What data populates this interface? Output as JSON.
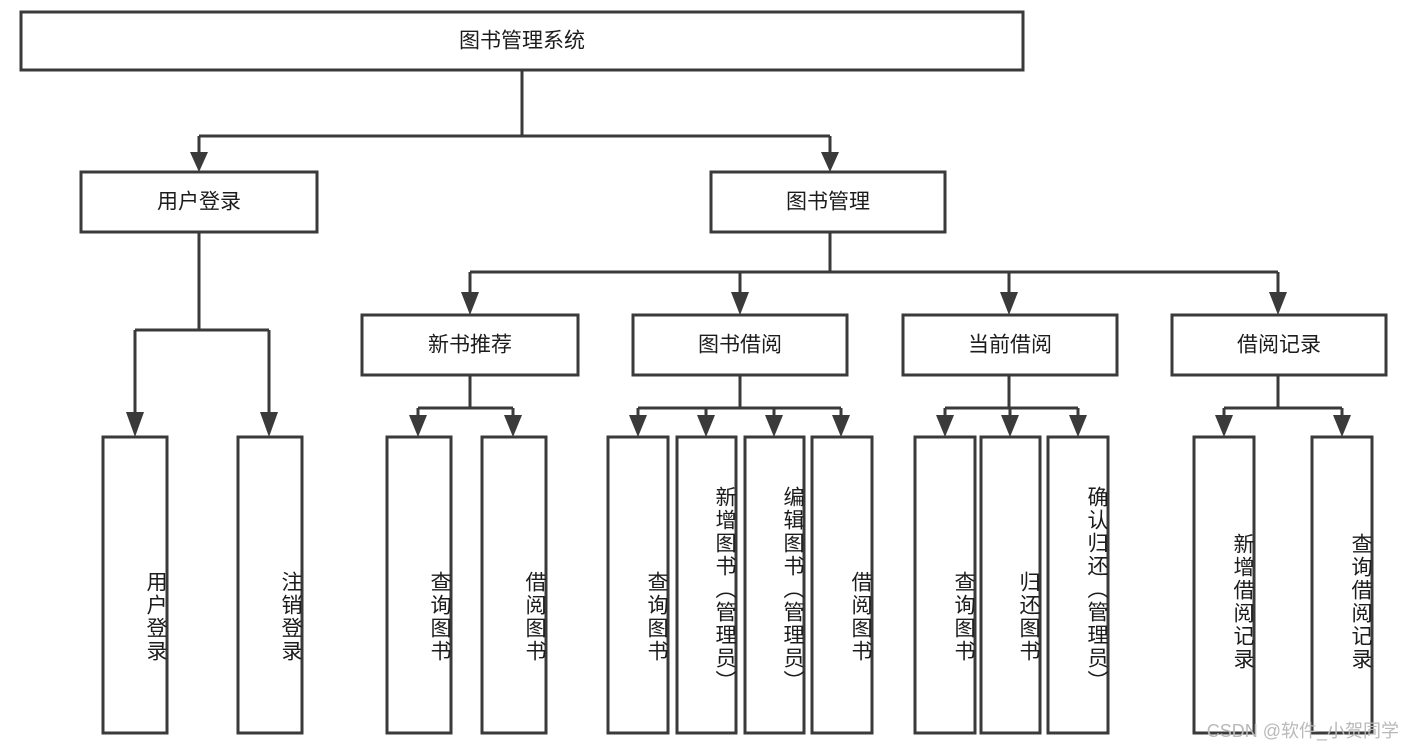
{
  "diagram": {
    "title": "图书管理系统",
    "type": "tree-hierarchy-diagram",
    "colors": {
      "box_stroke": "#3a3a3a",
      "box_fill": "#ffffff",
      "text": "#1c1c1c",
      "background": "#ffffff",
      "watermark": "#b9b9b9"
    },
    "root": {
      "label": "图书管理系统"
    },
    "level1": [
      {
        "label": "用户登录"
      },
      {
        "label": "图书管理"
      }
    ],
    "level2": [
      {
        "label": "新书推荐"
      },
      {
        "label": "图书借阅"
      },
      {
        "label": "当前借阅"
      },
      {
        "label": "借阅记录"
      }
    ],
    "leaves": {
      "user_login": [
        {
          "label": "用户登录"
        },
        {
          "label": "注销登录"
        }
      ],
      "new_book_recommend": [
        {
          "label": "查询图书"
        },
        {
          "label": "借阅图书"
        }
      ],
      "book_borrow": [
        {
          "label": "查询图书"
        },
        {
          "label": "新增图书（管理员）"
        },
        {
          "label": "编辑图书（管理员）"
        },
        {
          "label": "借阅图书"
        }
      ],
      "current_borrow": [
        {
          "label": "查询图书"
        },
        {
          "label": "归还图书"
        },
        {
          "label": "确认归还（管理员）"
        }
      ],
      "borrow_record": [
        {
          "label": "新增借阅记录"
        },
        {
          "label": "查询借阅记录"
        }
      ]
    }
  },
  "watermark": {
    "text": "CSDN @软件_小贺同学"
  }
}
